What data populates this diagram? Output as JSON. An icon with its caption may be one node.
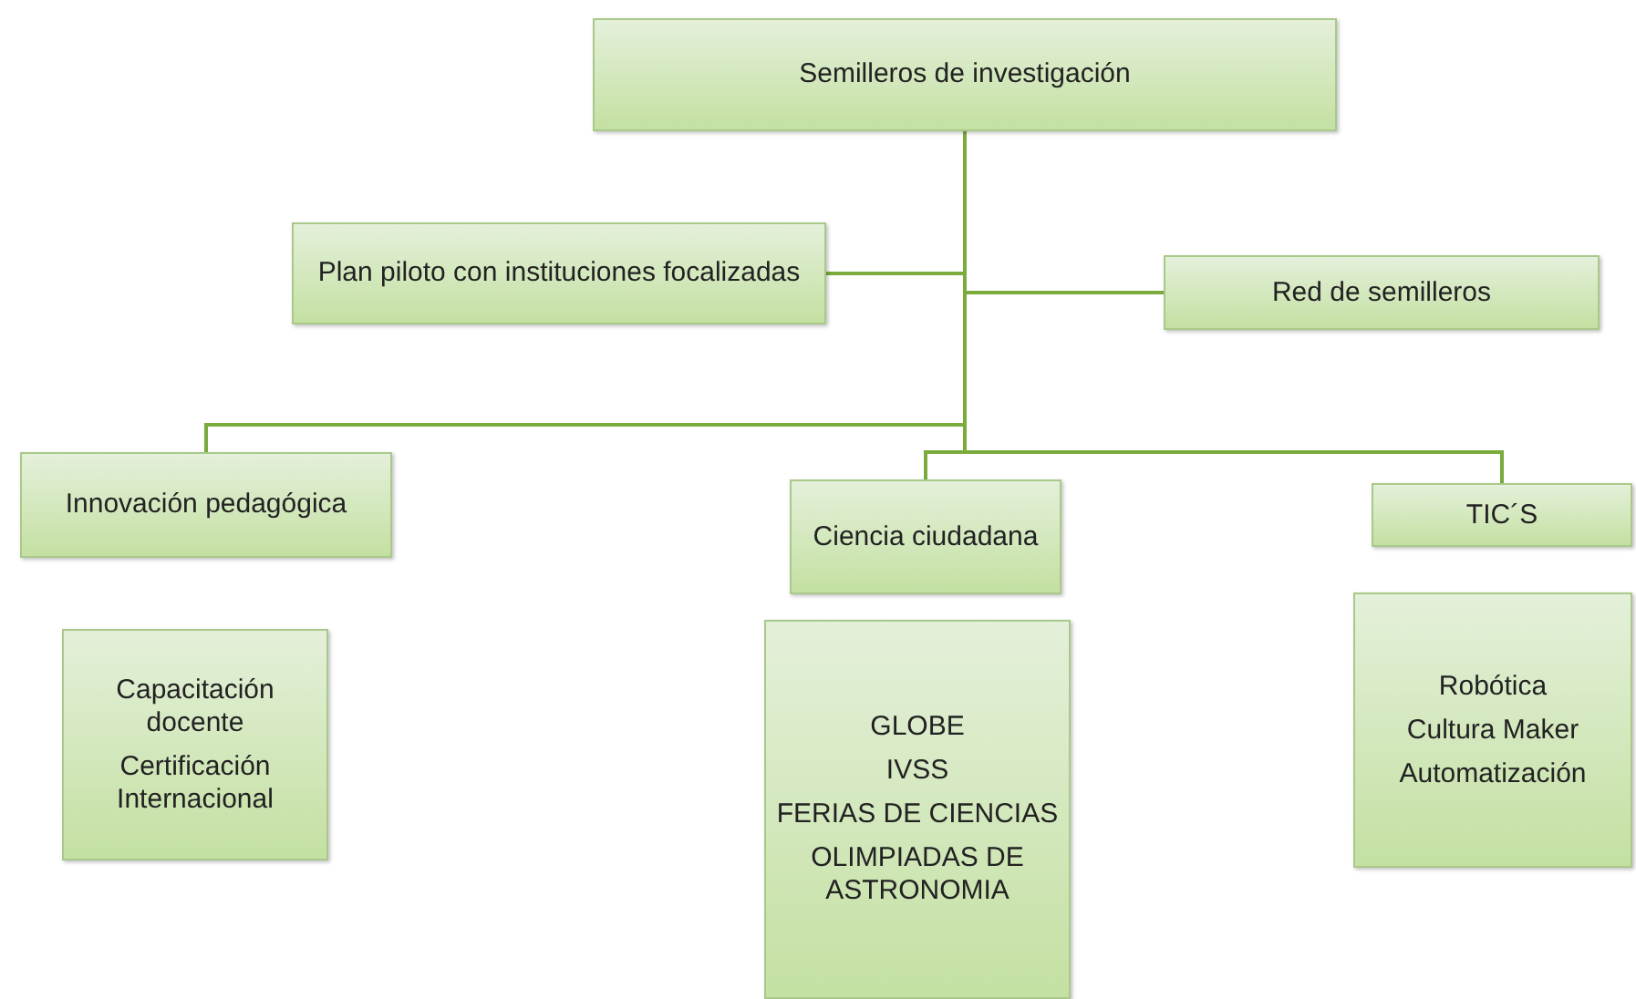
{
  "diagram": {
    "nodes": [
      {
        "text": [
          "Semilleros de investigación"
        ]
      },
      {
        "text": [
          "Plan piloto con instituciones focalizadas"
        ]
      },
      {
        "text": [
          "Red de semilleros"
        ]
      },
      {
        "text": [
          "Innovación pedagógica"
        ]
      },
      {
        "text": [
          "Ciencia ciudadana"
        ]
      },
      {
        "text": [
          "TIC´S"
        ]
      },
      {
        "text": [
          "Capacitación docente",
          "Certificación Internacional"
        ]
      },
      {
        "text": [
          "GLOBE",
          "IVSS",
          "FERIAS DE CIENCIAS",
          "OLIMPIADAS DE ASTRONOMIA"
        ]
      },
      {
        "text": [
          "Robótica",
          "Cultura Maker",
          "Automatización"
        ]
      }
    ],
    "edges": [
      {
        "from": 0,
        "to": 1,
        "arrow": "none"
      },
      {
        "from": 0,
        "to": 2,
        "arrow": "none"
      },
      {
        "from": 0,
        "to": 3,
        "arrow": "none"
      },
      {
        "from": 0,
        "to": 4,
        "arrow": "none"
      },
      {
        "from": 0,
        "to": 5,
        "arrow": "none"
      }
    ]
  }
}
